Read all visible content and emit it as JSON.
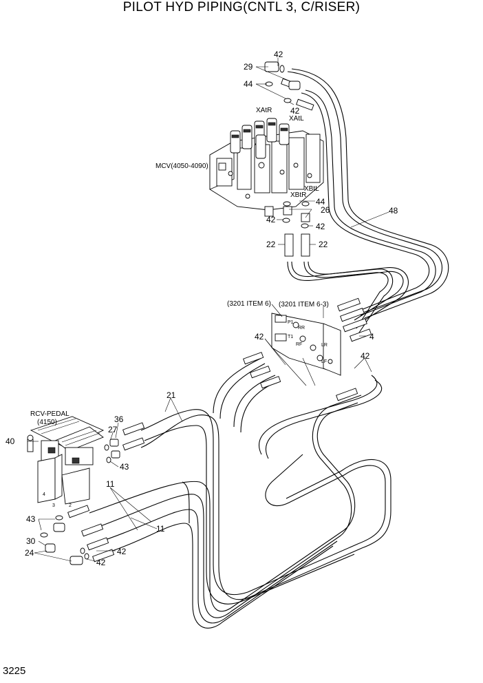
{
  "title": "PILOT HYD PIPING(CNTL 3, C/RISER)",
  "page_number": "3225",
  "component_labels": {
    "mcv": "MCV(4050-4090)",
    "rcv_pedal_line1": "RCV-PEDAL",
    "rcv_pedal_line2": "(4150)",
    "ref_3201_item6": "(3201 ITEM 6)",
    "ref_3201_item6_3": "(3201 ITEM 6-3)"
  },
  "port_labels": {
    "xatr": "XAtR",
    "xatl": "XAtL",
    "xbtr": "XBtR",
    "xbtl": "XBtL",
    "p1": "P1",
    "t1": "T1",
    "rr": "RR",
    "rf": "RF",
    "lr": "LR",
    "lf": "LF"
  },
  "callouts": {
    "c42_top": "42",
    "c29": "29",
    "c44_top": "44",
    "c42_mid": "42",
    "c48": "48",
    "c44_right": "44",
    "c26": "26",
    "c42_left": "42",
    "c42_right": "42",
    "c22_left": "22",
    "c22_right": "22",
    "c4": "4",
    "c42_block": "42",
    "c42_blockright": "42",
    "c21": "21",
    "c36": "36",
    "c27": "27",
    "c40": "40",
    "c43_upper": "43",
    "c11_upper": "11",
    "c11_lower": "11",
    "c43_lower": "43",
    "c30": "30",
    "c24": "24",
    "c42_bottom1": "42",
    "c42_bottom2": "42"
  }
}
